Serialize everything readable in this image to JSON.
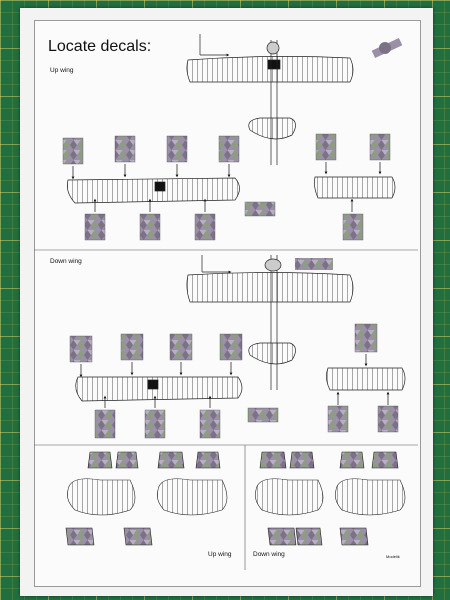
{
  "sheet": {
    "title": "Locate decals:",
    "sections": {
      "up_wing": "Up wing",
      "down_wing": "Down wing",
      "bottom_up_wing": "Up wing",
      "bottom_down_wing": "Down wing"
    },
    "brand": "Modelik"
  },
  "colors": {
    "paper": "#fbfbfb",
    "lozenge_dark": "#7c7288",
    "lozenge_mid": "#8d9d82",
    "lozenge_light": "#b8b0c2",
    "mat_green": "#226e3f"
  }
}
